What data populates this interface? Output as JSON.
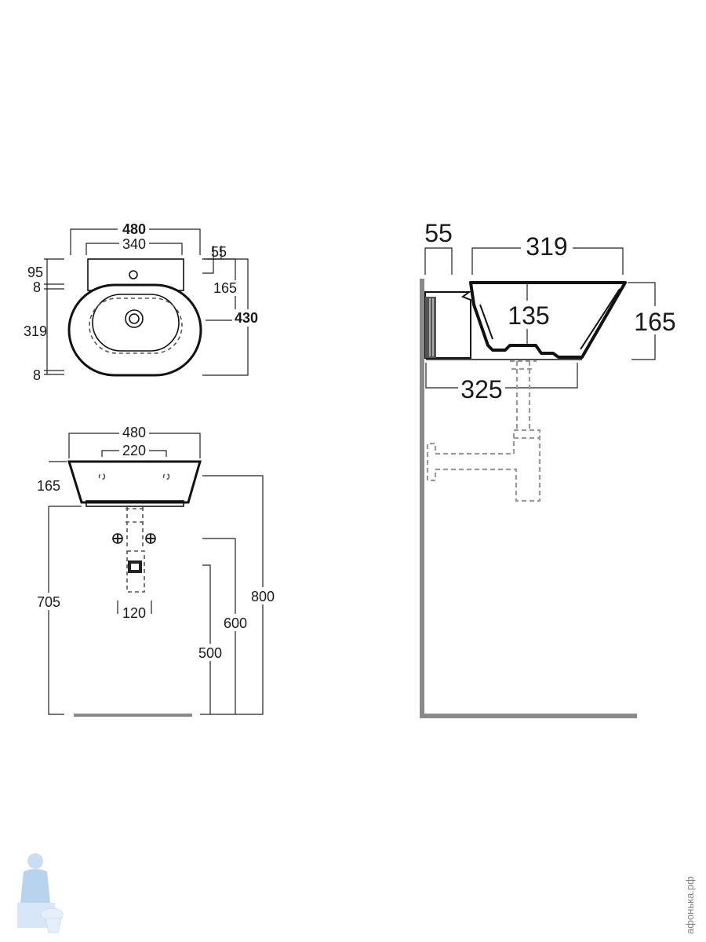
{
  "top_view": {
    "overall_width": "480",
    "inner_width": "340",
    "deck_depth": "95",
    "rim_top": "8",
    "bowl_depth": "319",
    "rim_bottom": "8",
    "wall_gap": "55",
    "tap_offset": "165",
    "overall_depth": "430"
  },
  "front_view": {
    "overall_width": "480",
    "bracket_spacing": "220",
    "basin_height": "165",
    "floor_to_basin": "705",
    "waste_spacing": "120",
    "height_500": "500",
    "height_600": "600",
    "height_800": "800"
  },
  "side_view": {
    "wall_gap": "55",
    "bowl_width": "319",
    "bowl_depth": "135",
    "basin_height": "165",
    "base_width": "325"
  },
  "watermark": {
    "text": "афонька.рф",
    "icon": "plumber-mascot-icon"
  }
}
